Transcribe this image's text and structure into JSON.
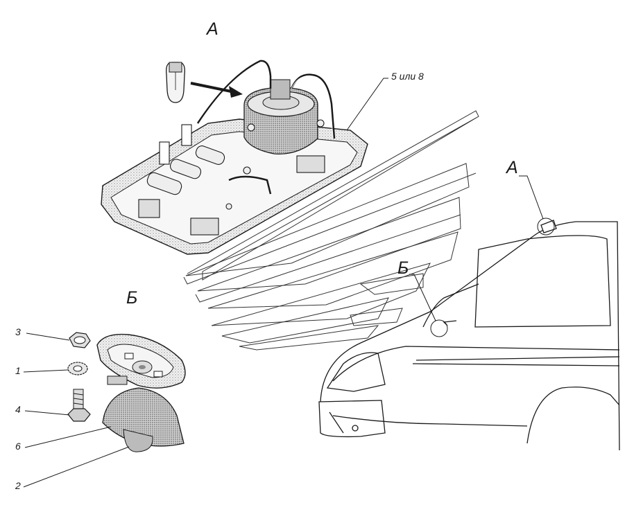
{
  "views": {
    "detail_a_title": "А",
    "detail_b_title": "Б",
    "car_marker_a": "А",
    "car_marker_b": "Б"
  },
  "callouts": {
    "part_5_or_8": "5 или 8",
    "part_3": "3",
    "part_1": "1",
    "part_4": "4",
    "part_6": "6",
    "part_2": "2"
  },
  "colors": {
    "ink": "#1a1a1a",
    "stipple": "#9a9a9a",
    "paper": "#ffffff"
  }
}
